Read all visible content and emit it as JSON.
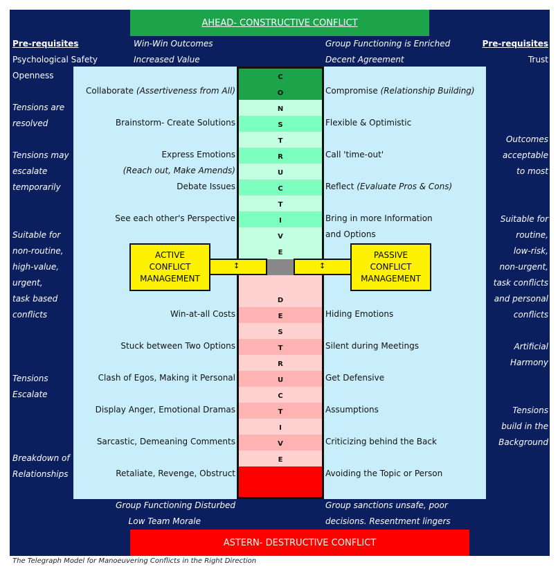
{
  "title_top": "AHEAD- CONSTRUCTIVE CONFLICT",
  "title_bottom": "ASTERN- DESTRUCTIVE CONFLICT",
  "caption": "The Telegraph Model for Manoeuvering Conflicts in the Right Direction",
  "left_header": {
    "prereq_label": "Pre-requisites",
    "items": [
      "Psychological Safety",
      "Openness"
    ]
  },
  "right_header": {
    "prereq_label": "Pre-requisites",
    "items": [
      "Trust"
    ]
  },
  "top_outcomes_left": [
    "Win-Win Outcomes",
    "Increased Value"
  ],
  "top_outcomes_right": [
    "Group Functioning is Enriched",
    "Decent Agreement"
  ],
  "bottom_outcomes_left": [
    "Group Functioning Disturbed",
    "Low Team Morale"
  ],
  "bottom_outcomes_right": [
    "Group sanctions unsafe, poor",
    "decisions. Resentment lingers"
  ],
  "left_notes": {
    "tensions_resolved": [
      "Tensions are",
      "resolved"
    ],
    "tensions_escalate_temp": [
      "Tensions may",
      "escalate",
      "temporarily"
    ],
    "suitable": [
      "Suitable for",
      "non-routine,",
      "high-value,",
      "urgent,",
      "task based",
      "conflicts"
    ],
    "tensions_escalate": [
      "Tensions",
      "Escalate"
    ],
    "breakdown": [
      "Breakdown of",
      "Relationships"
    ]
  },
  "right_notes": {
    "outcomes": [
      "Outcomes",
      "acceptable",
      "to most"
    ],
    "suitable": [
      "Suitable for",
      "routine,",
      "low-risk,",
      "non-urgent,",
      "task conflicts",
      "and personal",
      "conflicts"
    ],
    "harmony": [
      "Artificial",
      "Harmony"
    ],
    "tensions_build": [
      "Tensions",
      "build in the",
      "Background"
    ]
  },
  "active": {
    "collaborate": "Collaborate",
    "collaborate_note": "(Assertiveness from All)",
    "brainstorm": "Brainstorm- Create Solutions",
    "express": "Express Emotions",
    "express_note": "(Reach out, Make Amends)",
    "debate": "Debate Issues",
    "perspective": "See each other's Perspective",
    "win": "Win-at-all Costs",
    "stuck": "Stuck between Two Options",
    "clash": "Clash of Egos, Making it Personal",
    "anger": "Display Anger, Emotional Dramas",
    "sarcastic": "Sarcastic, Demeaning Comments",
    "retaliate": "Retaliate, Revenge, Obstruct"
  },
  "passive": {
    "compromise": "Compromise",
    "compromise_note": "(Relationship Building)",
    "flexible": "Flexible & Optimistic",
    "timeout": "Call 'time-out'",
    "reflect": "Reflect",
    "reflect_note": "(Evaluate Pros & Cons)",
    "info1": "Bring in more Information",
    "info2": "and Options",
    "hiding": "Hiding Emotions",
    "silent": "Silent during Meetings",
    "defensive": "Get Defensive",
    "assumptions": "Assumptions",
    "criticizing": "Criticizing behind the Back",
    "avoiding": "Avoiding the Topic or Person"
  },
  "active_box": "ACTIVE CONFLICT MANAGEMENT",
  "passive_box": "PASSIVE CONFLICT MANAGEMENT",
  "arrow_symbol": "↕",
  "constructive_letters": [
    "C",
    "O",
    "N",
    "S",
    "T",
    "R",
    "U",
    "C",
    "T",
    "I",
    "V",
    "E"
  ],
  "destructive_letters": [
    "D",
    "E",
    "S",
    "T",
    "R",
    "U",
    "C",
    "T",
    "I",
    "V",
    "E"
  ],
  "colors": {
    "navy": "#0b1f5e",
    "light_blue": "#c9eefb",
    "green_dark": "#1da44b",
    "green_mid": "#7dffc0",
    "green_light": "#c3ffe1",
    "red": "#fe0000",
    "pink_mid": "#ffb3b3",
    "pink_light": "#ffd1d1",
    "yellow": "#fff200"
  }
}
